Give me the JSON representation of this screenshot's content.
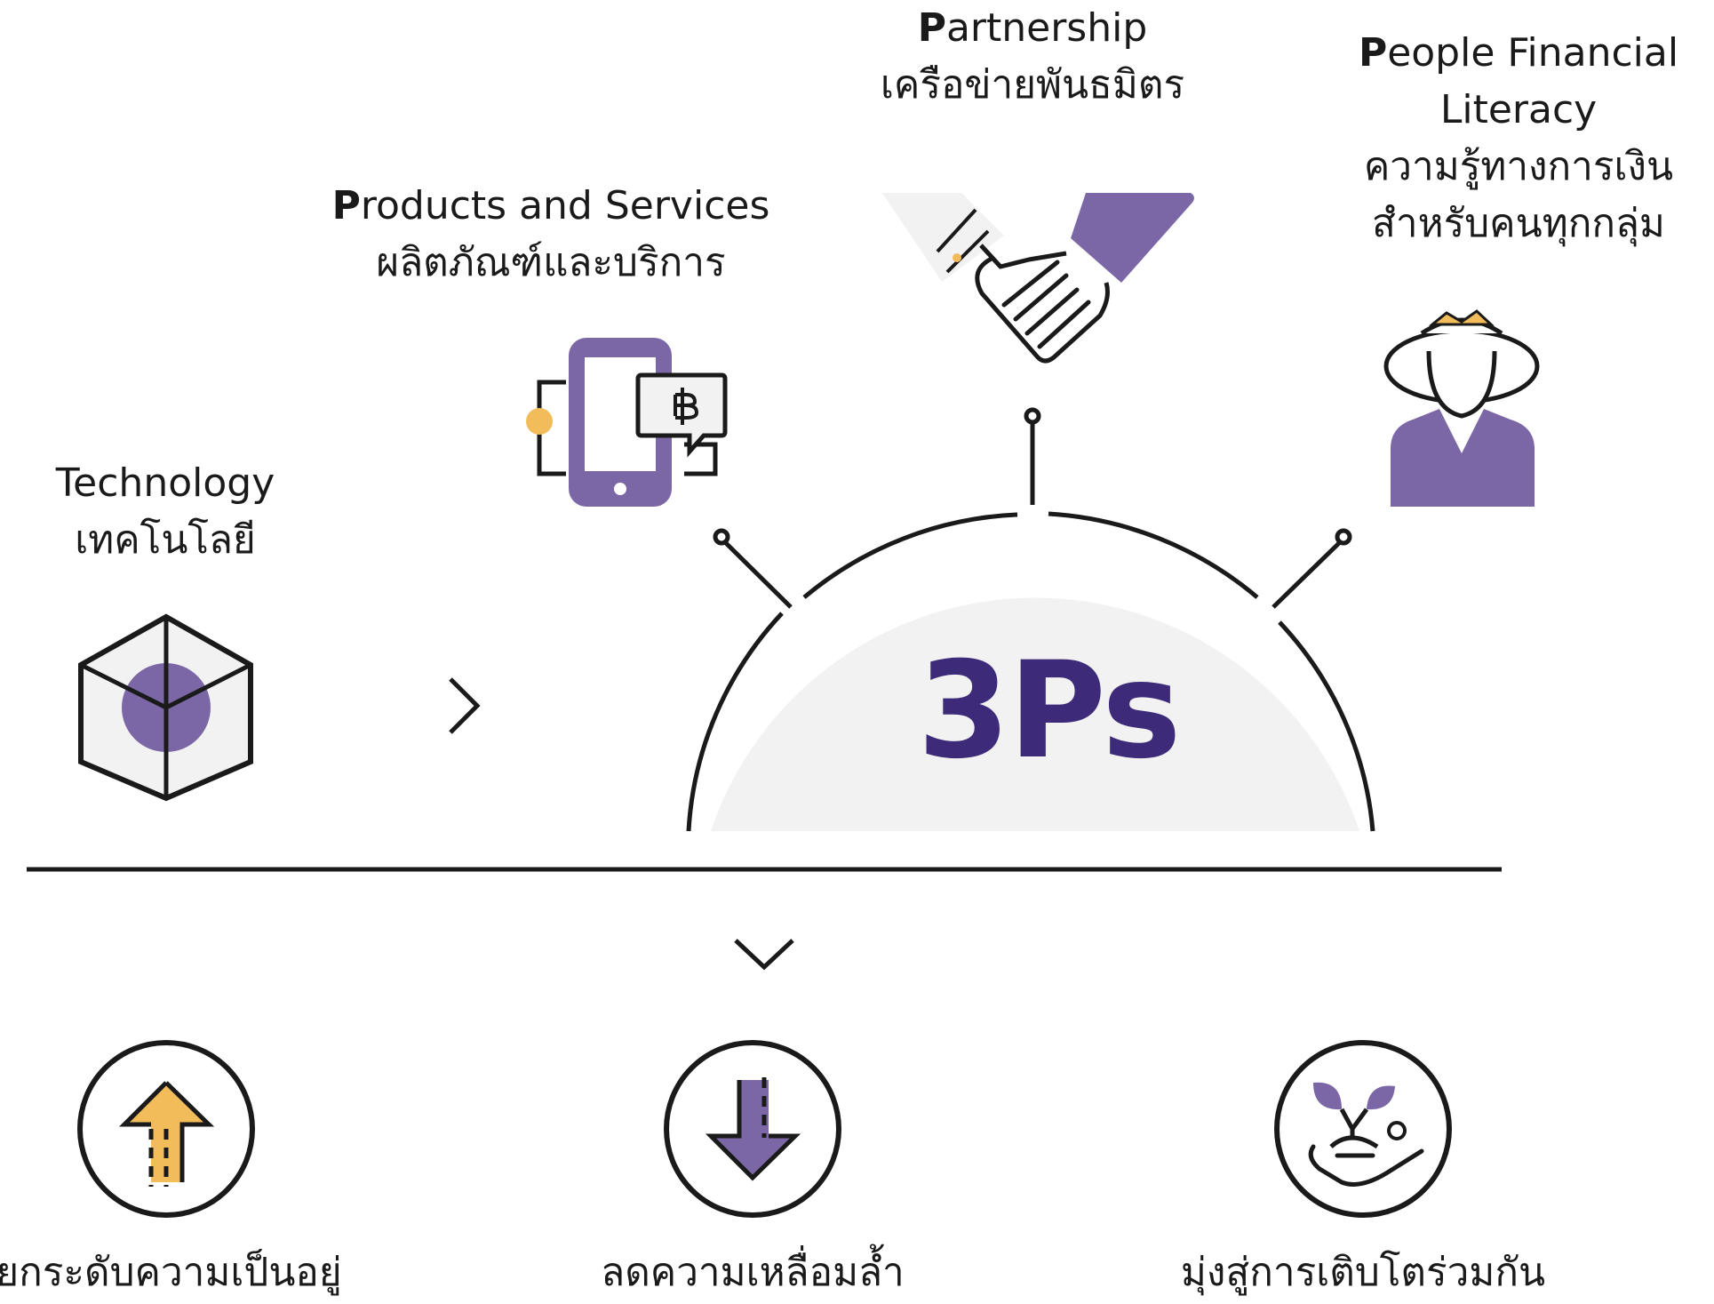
{
  "center": {
    "title": "3Ps"
  },
  "inputs": {
    "technology": {
      "en": "Technology",
      "th": "เทคโนโลยี"
    },
    "products": {
      "initial": "P",
      "rest": "roducts and Services",
      "th": "ผลิตภัณฑ์และบริการ"
    },
    "partnership": {
      "initial": "P",
      "rest": "artnership",
      "th": "เครือข่ายพันธมิตร"
    },
    "people": {
      "initial": "P",
      "rest": "eople Financial",
      "line2": "Literacy",
      "th1": "ความรู้ทางการเงิน",
      "th2": "สำหรับคนทุกกลุ่ม"
    }
  },
  "outcomes": [
    {
      "label": "ยกระดับความเป็นอยู่",
      "icon": "arrow-up-icon"
    },
    {
      "label": "ลดความเหลื่อมล้ำ",
      "icon": "arrow-down-icon"
    },
    {
      "label": "มุ่งสู่การเติบโตร่วมกัน",
      "icon": "plant-in-hand-icon"
    }
  ],
  "icons": {
    "technology": "cube-icon",
    "products": "phone-baht-icon",
    "partnership": "handshake-icon",
    "people": "woman-hat-icon",
    "flow_right": "chevron-right-icon",
    "flow_down": "chevron-down-icon"
  },
  "colors": {
    "purple": "#7b67a6",
    "dark_purple": "#3d2a78",
    "yellow": "#f2bc5a",
    "light_gray": "#f2f2f2",
    "line": "#1a1a1a"
  }
}
